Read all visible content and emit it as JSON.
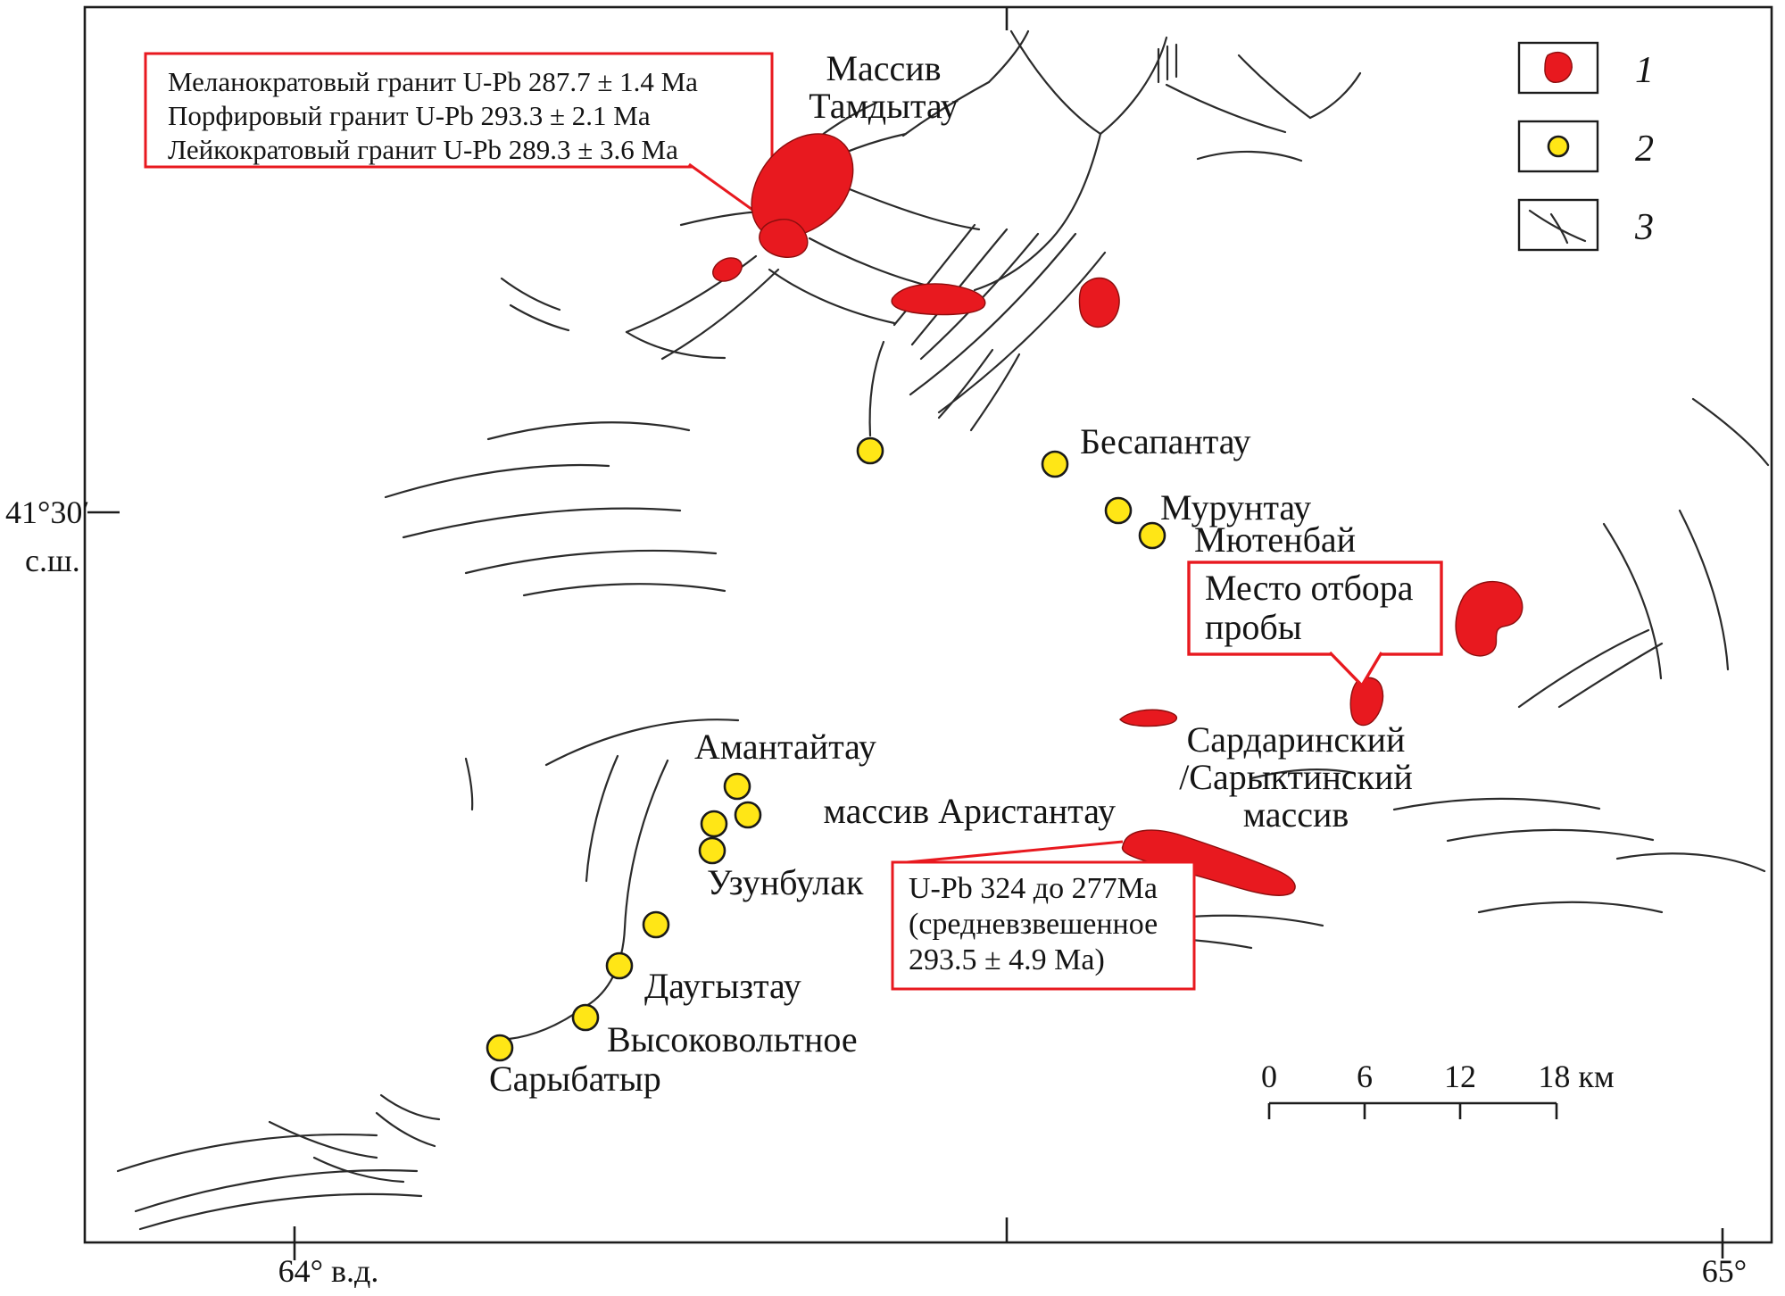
{
  "map": {
    "coords": {
      "lat_line1": "41°30′",
      "lat_line2": "с.ш.",
      "lon_left": "64° в.д.",
      "lon_right": "65°"
    },
    "legend": {
      "item1_label": "1",
      "item2_label": "2",
      "item3_label": "3"
    },
    "massif_tamdytau": {
      "line1": "Массив",
      "line2": "Тамдытау"
    },
    "age_callout_tamdytau": {
      "line1": "Меланократовый гранит U-Pb 287.7 ± 1.4 Ма",
      "line2": "Порфировый гранит U-Pb 293.3 ± 2.1 Ма",
      "line3": "Лейкократовый гранит U-Pb 289.3 ± 3.6 Ма"
    },
    "sample_callout": {
      "line1": "Место отбора",
      "line2": "пробы"
    },
    "age_callout_aristantau": {
      "line1": "U-Pb 324 до 277Ма",
      "line2": "(средневзвешенное",
      "line3": "293.5 ± 4.9 Ма)"
    },
    "deposits": {
      "besapantau": "Бесапантау",
      "muruntau": "Мурунтау",
      "myutenbay": "Мютенбай",
      "amantaytau": "Амантайтау",
      "uzunbulak": "Узунбулак",
      "daugyztau": "Даугызтау",
      "vysokovoltnoye": "Высоковольтное",
      "sarybatyr": "Сарыбатыр"
    },
    "massif_aristantau_label": "массив Аристантау",
    "massif_sardarinsky": {
      "line1": "Сардаринский",
      "line2": "/Сарыктинский",
      "line3": "массив"
    },
    "scalebar": {
      "t0": "0",
      "t1": "6",
      "t2": "12",
      "t3": "18 км"
    },
    "colors": {
      "granite": "#e8191f",
      "deposit_fill": "#ffe616",
      "callout": "#e8191f",
      "line": "#2b2b2b"
    }
  }
}
